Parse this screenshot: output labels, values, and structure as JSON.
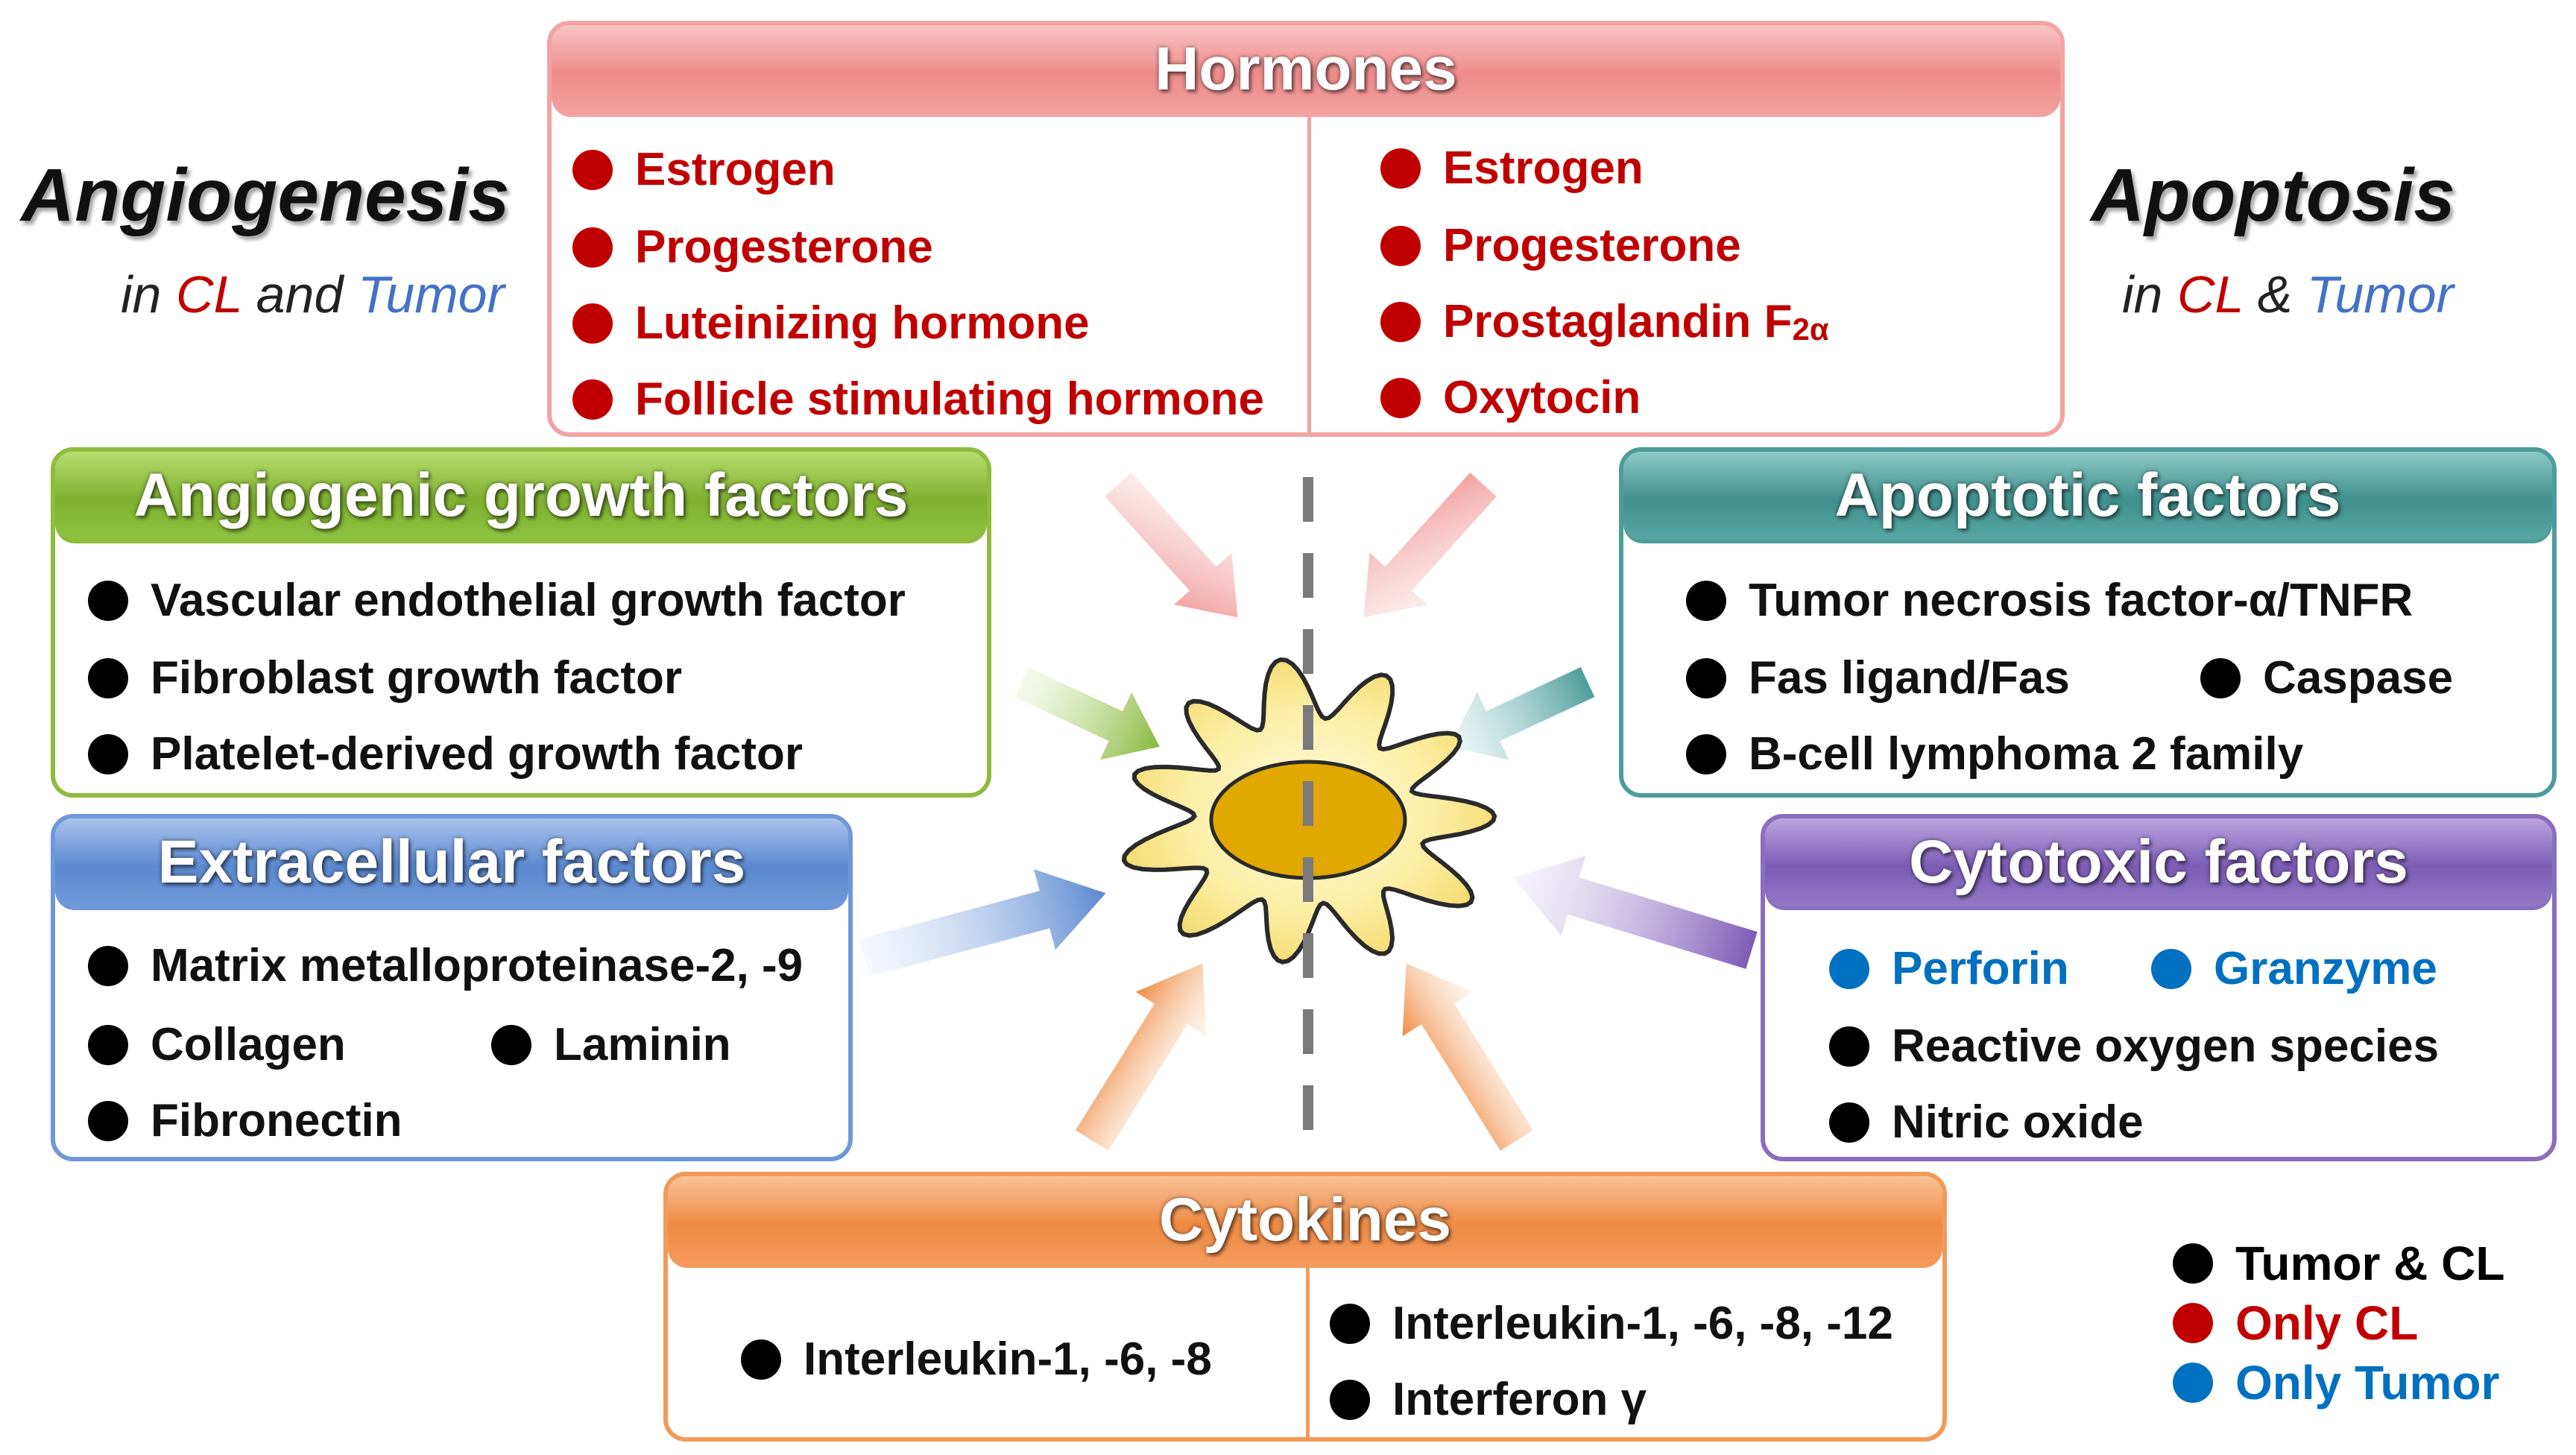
{
  "angiogenesis": {
    "title": "Angiogenesis",
    "subtitle_prefix": "in",
    "subtitle_cl": "CL",
    "subtitle_join": "and",
    "subtitle_tumor": "Tumor"
  },
  "apoptosis": {
    "title": "Apoptosis",
    "subtitle_prefix": "in",
    "subtitle_cl": "CL",
    "subtitle_join": "&",
    "subtitle_tumor": "Tumor"
  },
  "hormones": {
    "title": "Hormones",
    "left_items": [
      "Estrogen",
      "Progesterone",
      "Luteinizing hormone",
      "Follicle stimulating hormone"
    ],
    "right_items": [
      "Estrogen",
      "Progesterone",
      "Prostaglandin F",
      "Oxytocin"
    ],
    "pgf_subscript": "2α"
  },
  "angiogenic_growth_factors": {
    "title": "Angiogenic growth factors",
    "items": [
      "Vascular endothelial growth factor",
      "Fibroblast growth factor",
      "Platelet-derived growth factor"
    ]
  },
  "extracellular_factors": {
    "title": "Extracellular factors",
    "items": [
      "Matrix metalloproteinase-2, -9",
      "Collagen",
      "Laminin",
      "Fibronectin"
    ]
  },
  "apoptotic_factors": {
    "title": "Apoptotic factors",
    "items": [
      "Tumor necrosis factor-α/TNFR",
      "Fas ligand/Fas",
      "Caspase",
      "B-cell lymphoma 2 family"
    ]
  },
  "cytotoxic_factors": {
    "title": "Cytotoxic factors",
    "items": [
      "Perforin",
      "Granzyme",
      "Reactive oxygen species",
      "Nitric oxide"
    ]
  },
  "cytokines": {
    "title": "Cytokines",
    "left_items": [
      "Interleukin-1, -6, -8"
    ],
    "right_items": [
      "Interleukin-1, -6, -8, -12",
      "Interferon γ"
    ]
  },
  "legend": {
    "items": [
      "Tumor & CL",
      "Only CL",
      "Only Tumor"
    ]
  },
  "colors": {
    "cl_red": "#c00000",
    "tumor_blue": "#0070c0",
    "tumor_cl_black": "#000000",
    "hormones": "#f2a3a3",
    "angiogenic": "#8fbc3c",
    "extracellular": "#6f98d6",
    "apoptotic": "#4e9c9a",
    "cytotoxic": "#8b6dbd",
    "cytokines": "#f29a5a",
    "cell_fill": "#fcefa6",
    "nucleus": "#e0a800"
  }
}
